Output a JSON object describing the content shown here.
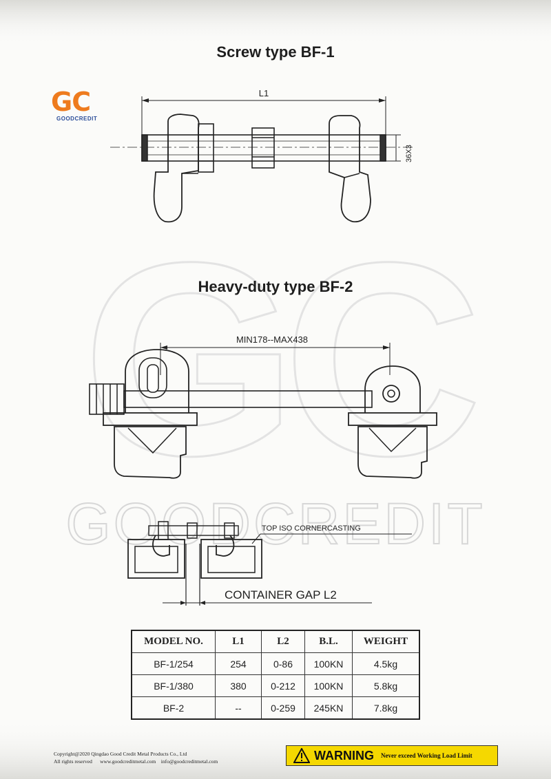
{
  "titles": {
    "bf1": "Screw type BF-1",
    "bf2": "Heavy-duty type BF-2"
  },
  "logo": {
    "mark": "GC",
    "text": "GOODCREDIT",
    "color": "#ee7b1e",
    "text_color": "#2a4c98"
  },
  "watermark": {
    "mark": "GC",
    "text": "GOODCREDIT"
  },
  "dimensions": {
    "l1": "L1",
    "thread": "36X3",
    "range": "MIN178--MAX438",
    "corner": "TOP ISO CORNERCASTING",
    "gap": "CONTAINER GAP L2"
  },
  "table": {
    "headers": [
      "MODEL NO.",
      "L1",
      "L2",
      "B.L.",
      "WEIGHT"
    ],
    "rows": [
      [
        "BF-1/254",
        "254",
        "0-86",
        "100KN",
        "4.5kg"
      ],
      [
        "BF-1/380",
        "380",
        "0-212",
        "100KN",
        "5.8kg"
      ],
      [
        "BF-2",
        "--",
        "0-259",
        "245KN",
        "7.8kg"
      ]
    ]
  },
  "footer": {
    "copyright": "Copyright@2020 Qingdao Good Credit Metal Products Co., Ltd",
    "rights": "All rights reserved",
    "website": "www.goodcreditmetal.com",
    "email": "info@goodcreditmetal.com"
  },
  "warning": {
    "label": "WARNING",
    "message": "Never exceed Working Load Limit",
    "color": "#f5d800"
  }
}
